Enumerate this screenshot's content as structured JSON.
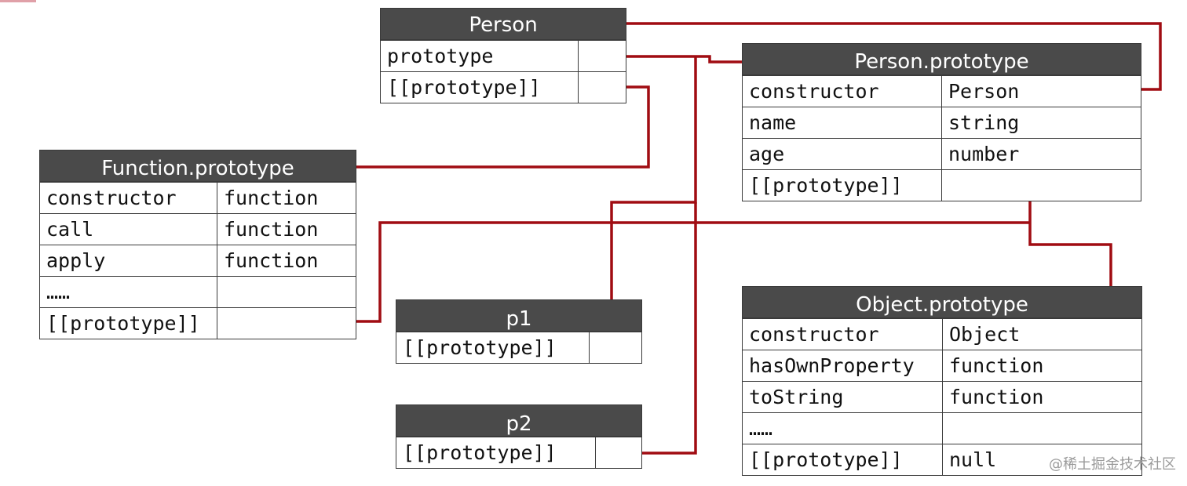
{
  "colors": {
    "arrow": "#a00c12",
    "header_bg": "#4a4a4a",
    "border": "#3a3a3a"
  },
  "person": {
    "title": "Person",
    "rows": [
      {
        "key": "prototype",
        "value": ""
      },
      {
        "key": "[[prototype]]",
        "value": ""
      }
    ]
  },
  "person_prototype": {
    "title": "Person.prototype",
    "rows": [
      {
        "key": "constructor",
        "value": "Person"
      },
      {
        "key": "name",
        "value": "string"
      },
      {
        "key": "age",
        "value": "number"
      },
      {
        "key": "[[prototype]]",
        "value": ""
      }
    ]
  },
  "function_prototype": {
    "title": "Function.prototype",
    "rows": [
      {
        "key": "constructor",
        "value": "function"
      },
      {
        "key": "call",
        "value": "function"
      },
      {
        "key": "apply",
        "value": "function"
      },
      {
        "key": "……",
        "value": ""
      },
      {
        "key": "[[prototype]]",
        "value": ""
      }
    ]
  },
  "p1": {
    "title": "p1",
    "rows": [
      {
        "key": "[[prototype]]",
        "value": ""
      }
    ]
  },
  "p2": {
    "title": "p2",
    "rows": [
      {
        "key": "[[prototype]]",
        "value": ""
      }
    ]
  },
  "object_prototype": {
    "title": "Object.prototype",
    "rows": [
      {
        "key": "constructor",
        "value": "Object"
      },
      {
        "key": "hasOwnProperty",
        "value": "function"
      },
      {
        "key": "toString",
        "value": "function"
      },
      {
        "key": "……",
        "value": ""
      },
      {
        "key": "[[prototype]]",
        "value": "null"
      }
    ]
  },
  "watermark": "@稀土掘金技术社区"
}
